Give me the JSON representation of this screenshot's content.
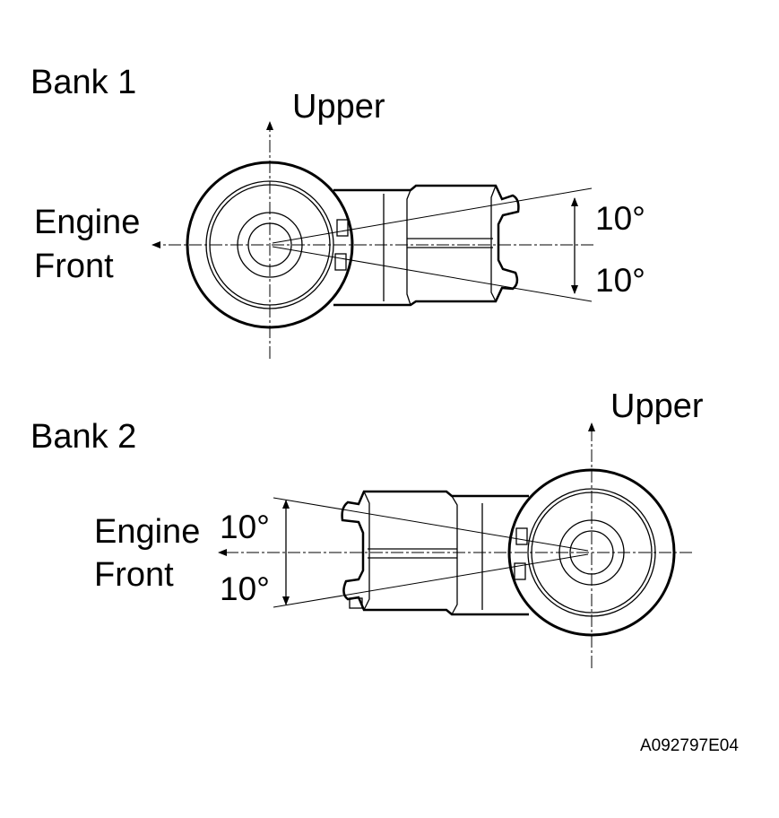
{
  "diagram": {
    "bank1": {
      "title": "Bank 1",
      "upper_label": "Upper",
      "front_label_line1": "Engine",
      "front_label_line2": "Front",
      "angle_upper": "10°",
      "angle_lower": "10°"
    },
    "bank2": {
      "title": "Bank 2",
      "upper_label": "Upper",
      "front_label_line1": "Engine",
      "front_label_line2": "Front",
      "angle_upper": "10°",
      "angle_lower": "10°"
    },
    "figure_code": "A092797E04"
  }
}
